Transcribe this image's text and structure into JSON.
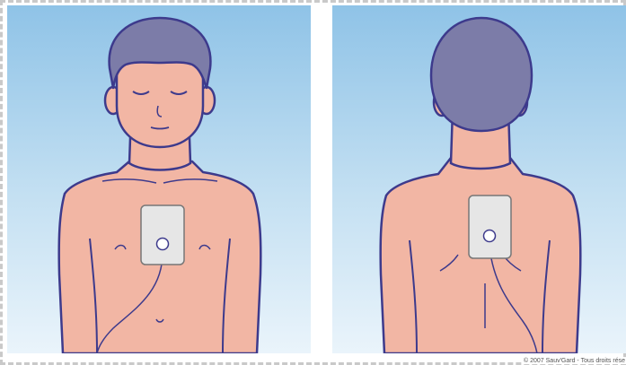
{
  "figure": {
    "panels": [
      {
        "id": "front",
        "view": "front",
        "icon": "boy-front-with-chest-electrode"
      },
      {
        "id": "back",
        "view": "back",
        "icon": "boy-back-with-back-electrode"
      }
    ],
    "colors": {
      "sky_top": "#8fc3e7",
      "sky_bottom": "#eaf4fb",
      "skin": "#f2b6a4",
      "outline": "#3d3a8c",
      "hair": "#7c7ca8",
      "pad": "#e6e6e6",
      "cable": "#3d3a8c"
    },
    "copyright": "© 2007 Sauv'Gard - Tous droits rése"
  }
}
